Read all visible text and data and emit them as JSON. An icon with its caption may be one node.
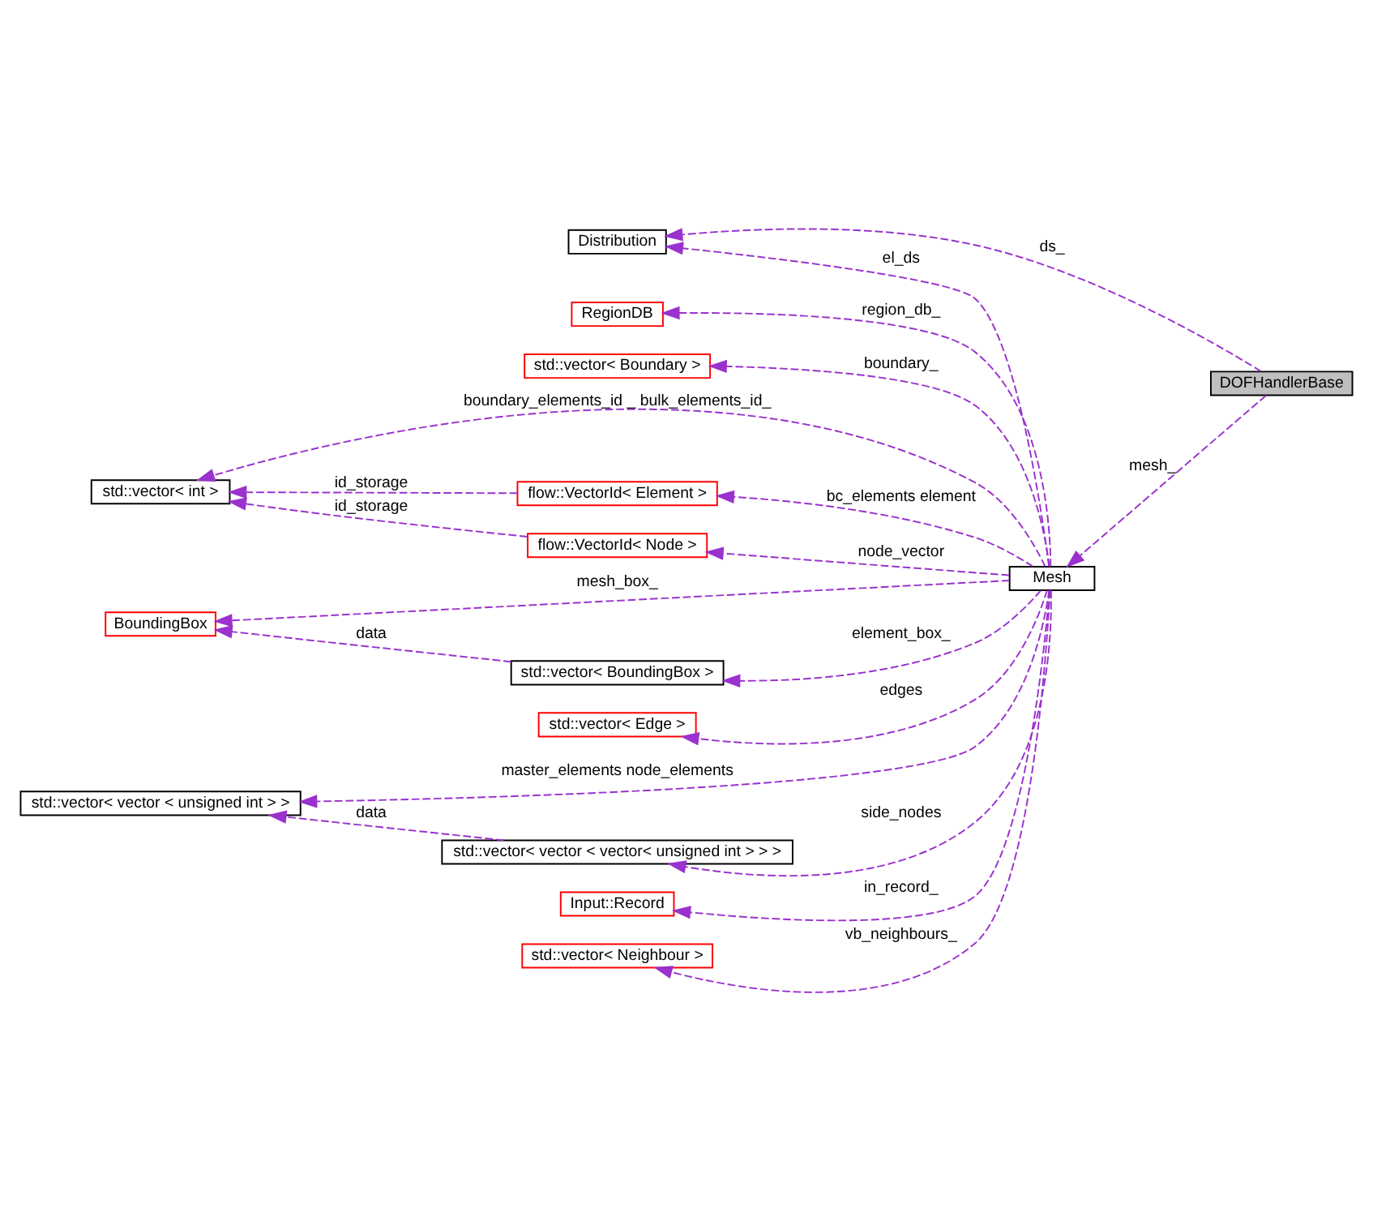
{
  "diagram": {
    "nodes": [
      {
        "text": [
          "DOFHandlerBase"
        ]
      },
      {
        "text": [
          "Distribution"
        ]
      },
      {
        "text": [
          "Mesh"
        ]
      },
      {
        "text": [
          "RegionDB"
        ]
      },
      {
        "text": [
          "std::vector< Boundary >"
        ]
      },
      {
        "text": [
          "std::vector< int >"
        ]
      },
      {
        "text": [
          "flow::VectorId< Element >"
        ]
      },
      {
        "text": [
          "flow::VectorId< Node >"
        ]
      },
      {
        "text": [
          "BoundingBox"
        ]
      },
      {
        "text": [
          "std::vector< BoundingBox >"
        ]
      },
      {
        "text": [
          "std::vector< Edge >"
        ]
      },
      {
        "text": [
          "std::vector< vector < unsigned int > >"
        ]
      },
      {
        "text": [
          "std::vector< vector < vector< unsigned int > > >"
        ]
      },
      {
        "text": [
          "Input::Record"
        ]
      },
      {
        "text": [
          "std::vector< Neighbour >"
        ]
      }
    ],
    "edges": [
      {
        "from": 0,
        "to": 1,
        "arrow": "to",
        "label": "ds_",
        "style": "dashed"
      },
      {
        "from": 0,
        "to": 2,
        "arrow": "to",
        "label": "mesh_",
        "style": "dashed"
      },
      {
        "from": 2,
        "to": 1,
        "arrow": "to",
        "label": "el_ds",
        "style": "dashed"
      },
      {
        "from": 2,
        "to": 3,
        "arrow": "to",
        "label": "region_db_",
        "style": "dashed"
      },
      {
        "from": 2,
        "to": 4,
        "arrow": "to",
        "label": "boundary_",
        "style": "dashed"
      },
      {
        "from": 2,
        "to": 5,
        "arrow": "to",
        "label": "boundary_elements_id _ bulk_elements_id_",
        "style": "dashed"
      },
      {
        "from": 6,
        "to": 5,
        "arrow": "to",
        "label": "id_storage",
        "style": "dashed"
      },
      {
        "from": 7,
        "to": 5,
        "arrow": "to",
        "label": "id_storage",
        "style": "dashed"
      },
      {
        "from": 2,
        "to": 6,
        "arrow": "to",
        "label": "bc_elements element",
        "style": "dashed"
      },
      {
        "from": 2,
        "to": 7,
        "arrow": "to",
        "label": "node_vector",
        "style": "dashed"
      },
      {
        "from": 2,
        "to": 8,
        "arrow": "to",
        "label": "mesh_box_",
        "style": "dashed"
      },
      {
        "from": 9,
        "to": 8,
        "arrow": "to",
        "label": "data",
        "style": "dashed"
      },
      {
        "from": 2,
        "to": 9,
        "arrow": "to",
        "label": "element_box_",
        "style": "dashed"
      },
      {
        "from": 2,
        "to": 10,
        "arrow": "to",
        "label": "edges",
        "style": "dashed"
      },
      {
        "from": 2,
        "to": 11,
        "arrow": "to",
        "label": "master_elements node_elements",
        "style": "dashed"
      },
      {
        "from": 12,
        "to": 11,
        "arrow": "to",
        "label": "data",
        "style": "dashed"
      },
      {
        "from": 2,
        "to": 12,
        "arrow": "to",
        "label": "side_nodes",
        "style": "dashed"
      },
      {
        "from": 2,
        "to": 13,
        "arrow": "to",
        "label": "in_record_",
        "style": "dashed"
      },
      {
        "from": 2,
        "to": 14,
        "arrow": "to",
        "label": "vb_neighbours_",
        "style": "dashed"
      }
    ]
  }
}
